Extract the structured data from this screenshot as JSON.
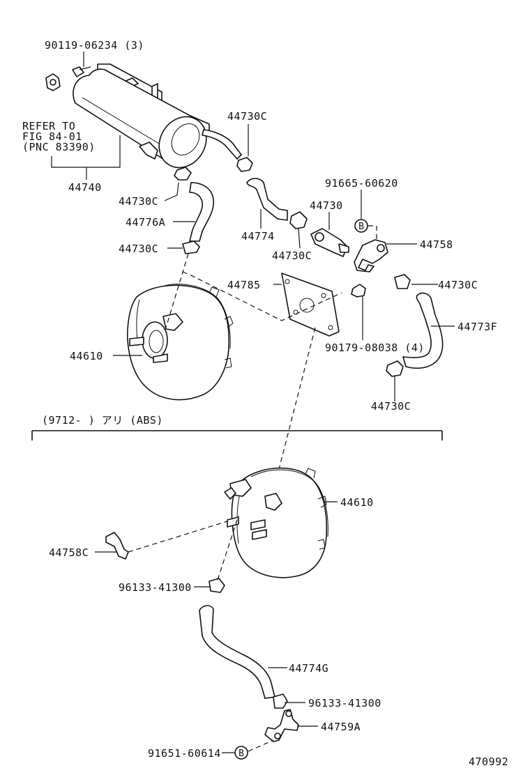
{
  "labels": {
    "p90119": "90119-06234 (3)",
    "refer1": "REFER TO",
    "refer2": "FIG 84-01",
    "refer3": "(PNC 83390)",
    "p44740": "44740",
    "p44730c_top": "44730C",
    "p44730c_a": "44730C",
    "p44776a": "44776A",
    "p44730c_b": "44730C",
    "p44774": "44774",
    "p44730c_mid": "44730C",
    "p44730": "44730",
    "p91665": "91665-60620",
    "p44758": "44758",
    "p44785": "44785",
    "p44730c_right": "44730C",
    "p44773f": "44773F",
    "p44610_top": "44610",
    "p90179": "90179-08038 (4)",
    "p44730c_bottom": "44730C",
    "abs_note": "(9712-       ) アリ (ABS)",
    "p44610_bottom": "44610",
    "p44758c": "44758C",
    "p96133_a": "96133-41300",
    "p44774g": "44774G",
    "p96133_b": "96133-41300",
    "p44759a": "44759A",
    "p91651": "91651-60614",
    "ref_b_top": "B",
    "ref_b_bottom": "B",
    "figure_number": "470992"
  }
}
